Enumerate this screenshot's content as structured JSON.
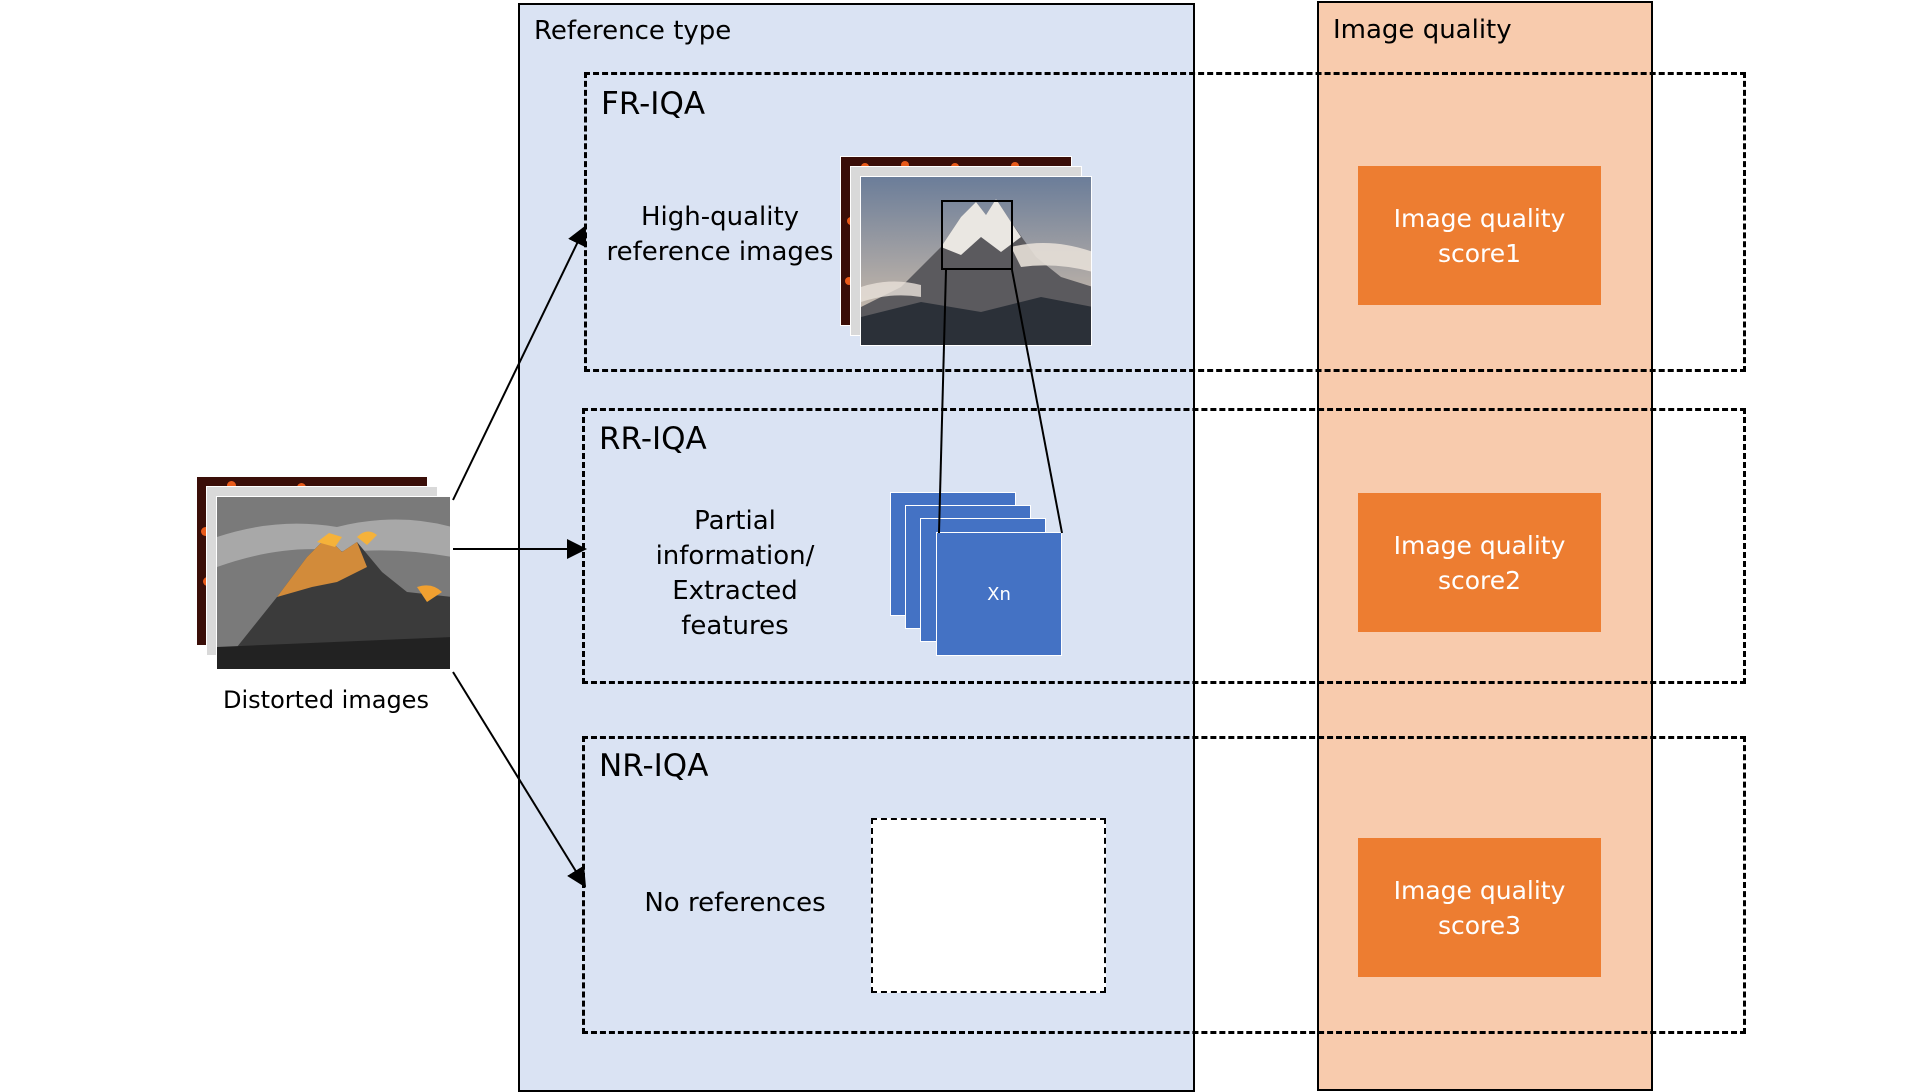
{
  "panels": {
    "reference_type_label": "Reference type",
    "image_quality_label": "Image quality"
  },
  "sections": {
    "fr": {
      "title": "FR-IQA",
      "desc": "High-quality\nreference images"
    },
    "rr": {
      "title": "RR-IQA",
      "desc": "Partial\ninformation/\nExtracted\nfeatures",
      "feature_label": "Xn"
    },
    "nr": {
      "title": "NR-IQA",
      "desc": "No references"
    }
  },
  "scores": [
    {
      "line1": "Image quality",
      "line2": "score1"
    },
    {
      "line1": "Image quality",
      "line2": "score2"
    },
    {
      "line1": "Image quality",
      "line2": "score3"
    }
  ],
  "input": {
    "label": "Distorted images"
  },
  "colors": {
    "reference_panel": "#dae3f3",
    "quality_panel": "#f8cbad",
    "score_box": "#ed7d31",
    "feature_card": "#4472c4"
  }
}
